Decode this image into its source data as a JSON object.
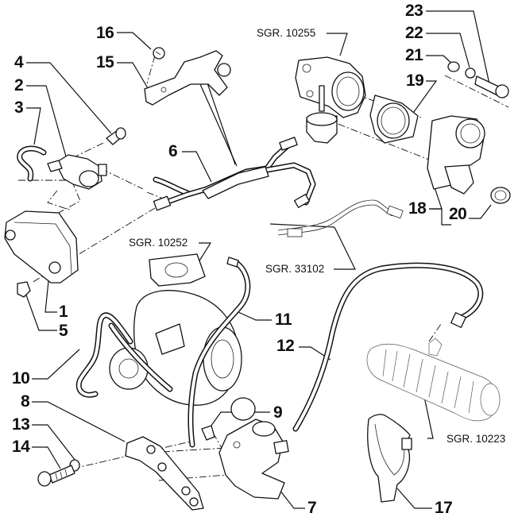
{
  "diagram": {
    "type": "exploded-parts-diagram",
    "callouts": [
      {
        "id": "1",
        "label": "1"
      },
      {
        "id": "2",
        "label": "2"
      },
      {
        "id": "3",
        "label": "3"
      },
      {
        "id": "4",
        "label": "4"
      },
      {
        "id": "5",
        "label": "5"
      },
      {
        "id": "6",
        "label": "6"
      },
      {
        "id": "7",
        "label": "7"
      },
      {
        "id": "8",
        "label": "8"
      },
      {
        "id": "9",
        "label": "9"
      },
      {
        "id": "10",
        "label": "10"
      },
      {
        "id": "11",
        "label": "11"
      },
      {
        "id": "12",
        "label": "12"
      },
      {
        "id": "13",
        "label": "13"
      },
      {
        "id": "14",
        "label": "14"
      },
      {
        "id": "15",
        "label": "15"
      },
      {
        "id": "16",
        "label": "16"
      },
      {
        "id": "17",
        "label": "17"
      },
      {
        "id": "18",
        "label": "18"
      },
      {
        "id": "19",
        "label": "19"
      },
      {
        "id": "20",
        "label": "20"
      },
      {
        "id": "21",
        "label": "21"
      },
      {
        "id": "22",
        "label": "22"
      },
      {
        "id": "23",
        "label": "23"
      }
    ],
    "group_refs": [
      {
        "id": "sgr-10255",
        "label": "SGR. 10255"
      },
      {
        "id": "sgr-10252",
        "label": "SGR. 10252"
      },
      {
        "id": "sgr-33102",
        "label": "SGR. 33102"
      },
      {
        "id": "sgr-10223",
        "label": "SGR. 10223"
      }
    ]
  }
}
